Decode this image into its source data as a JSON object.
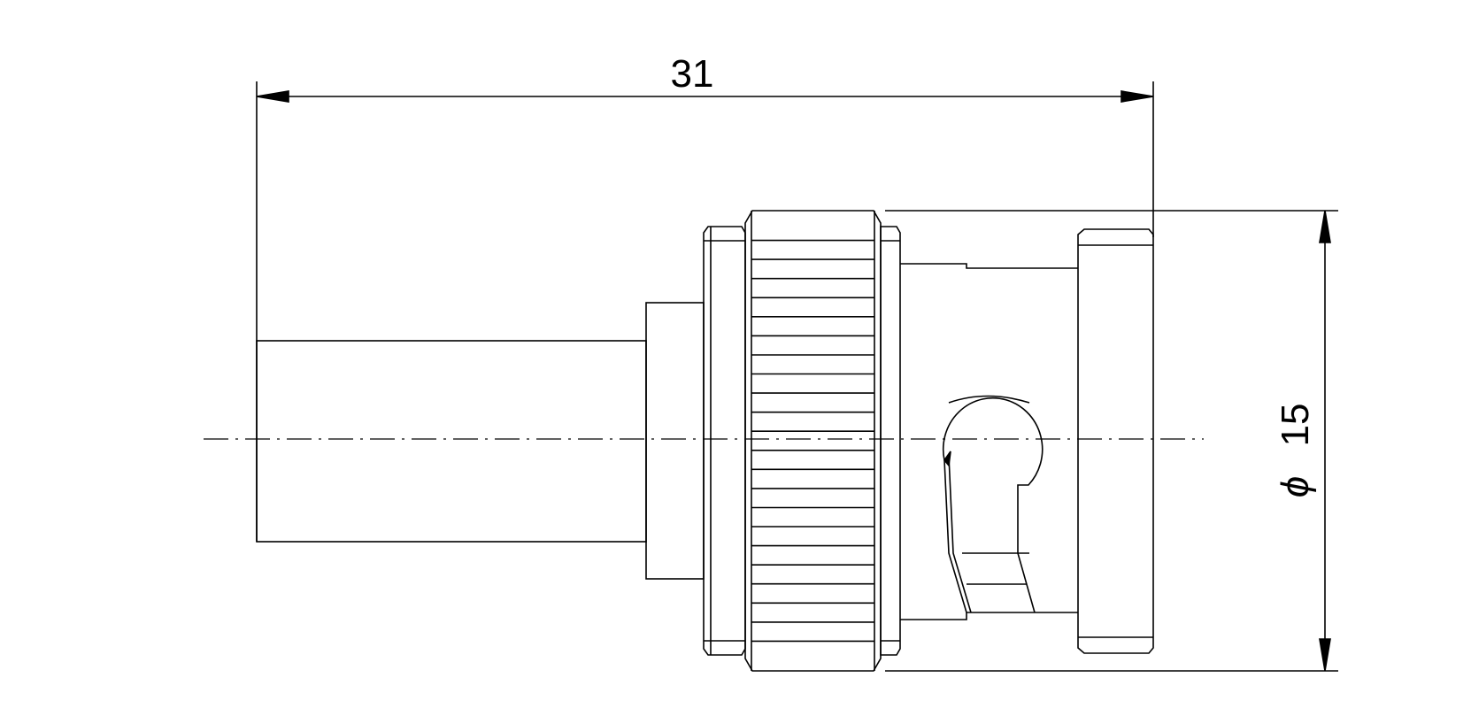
{
  "drawing": {
    "length_dimension": "31",
    "diameter_symbol": "ϕ",
    "diameter_value": "15",
    "line_color": "#000000",
    "background": "#ffffff"
  }
}
